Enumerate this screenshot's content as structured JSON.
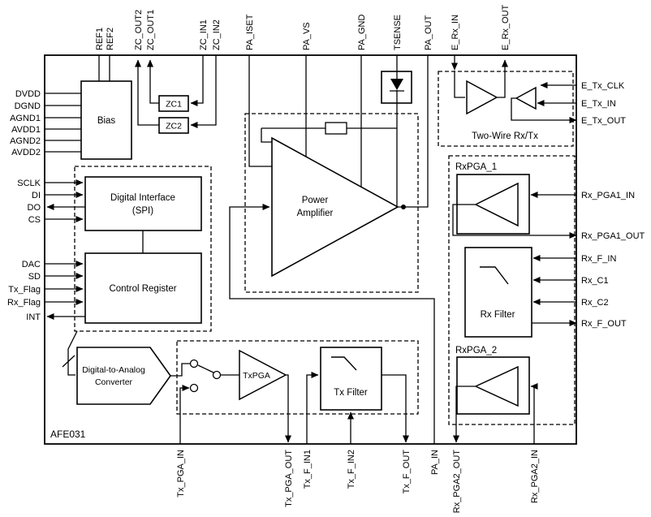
{
  "chip_label": "AFE031",
  "blocks": {
    "bias": "Bias",
    "zc1": "ZC1",
    "zc2": "ZC2",
    "digital_interface_line1": "Digital Interface",
    "digital_interface_line2": "(SPI)",
    "control_register": "Control Register",
    "dac_line1": "Digital-to-Analog",
    "dac_line2": "Converter",
    "tx_pga": "TxPGA",
    "tx_filter": "Tx Filter",
    "power_amp_line1": "Power",
    "power_amp_line2": "Amplifier",
    "two_wire": "Two-Wire Rx/Tx",
    "rx_pga1": "RxPGA_1",
    "rx_filter": "Rx Filter",
    "rx_pga2": "RxPGA_2"
  },
  "pins": {
    "top": [
      "REF1",
      "REF2",
      "ZC_OUT2",
      "ZC_OUT1",
      "ZC_IN1",
      "ZC_IN2",
      "PA_ISET",
      "PA_VS",
      "PA_GND",
      "TSENSE",
      "PA_OUT",
      "E_Rx_IN",
      "E_Rx_OUT"
    ],
    "left": [
      "DVDD",
      "DGND",
      "AGND1",
      "AVDD1",
      "AGND2",
      "AVDD2",
      "SCLK",
      "DI",
      "DO",
      "CS",
      "DAC",
      "SD",
      "Tx_Flag",
      "Rx_Flag",
      "INT"
    ],
    "right": [
      "E_Tx_CLK",
      "E_Tx_IN",
      "E_Tx_OUT",
      "Rx_PGA1_IN",
      "Rx_PGA1_OUT",
      "Rx_F_IN",
      "Rx_C1",
      "Rx_C2",
      "Rx_F_OUT"
    ],
    "bottom": [
      "Tx_PGA_IN",
      "Tx_PGA_OUT",
      "Tx_F_IN1",
      "Tx_F_IN2",
      "Tx_F_OUT",
      "PA_IN",
      "Rx_PGA2_OUT",
      "Rx_PGA2_IN"
    ]
  },
  "colors": {
    "line": "#000000",
    "background": "#ffffff"
  }
}
